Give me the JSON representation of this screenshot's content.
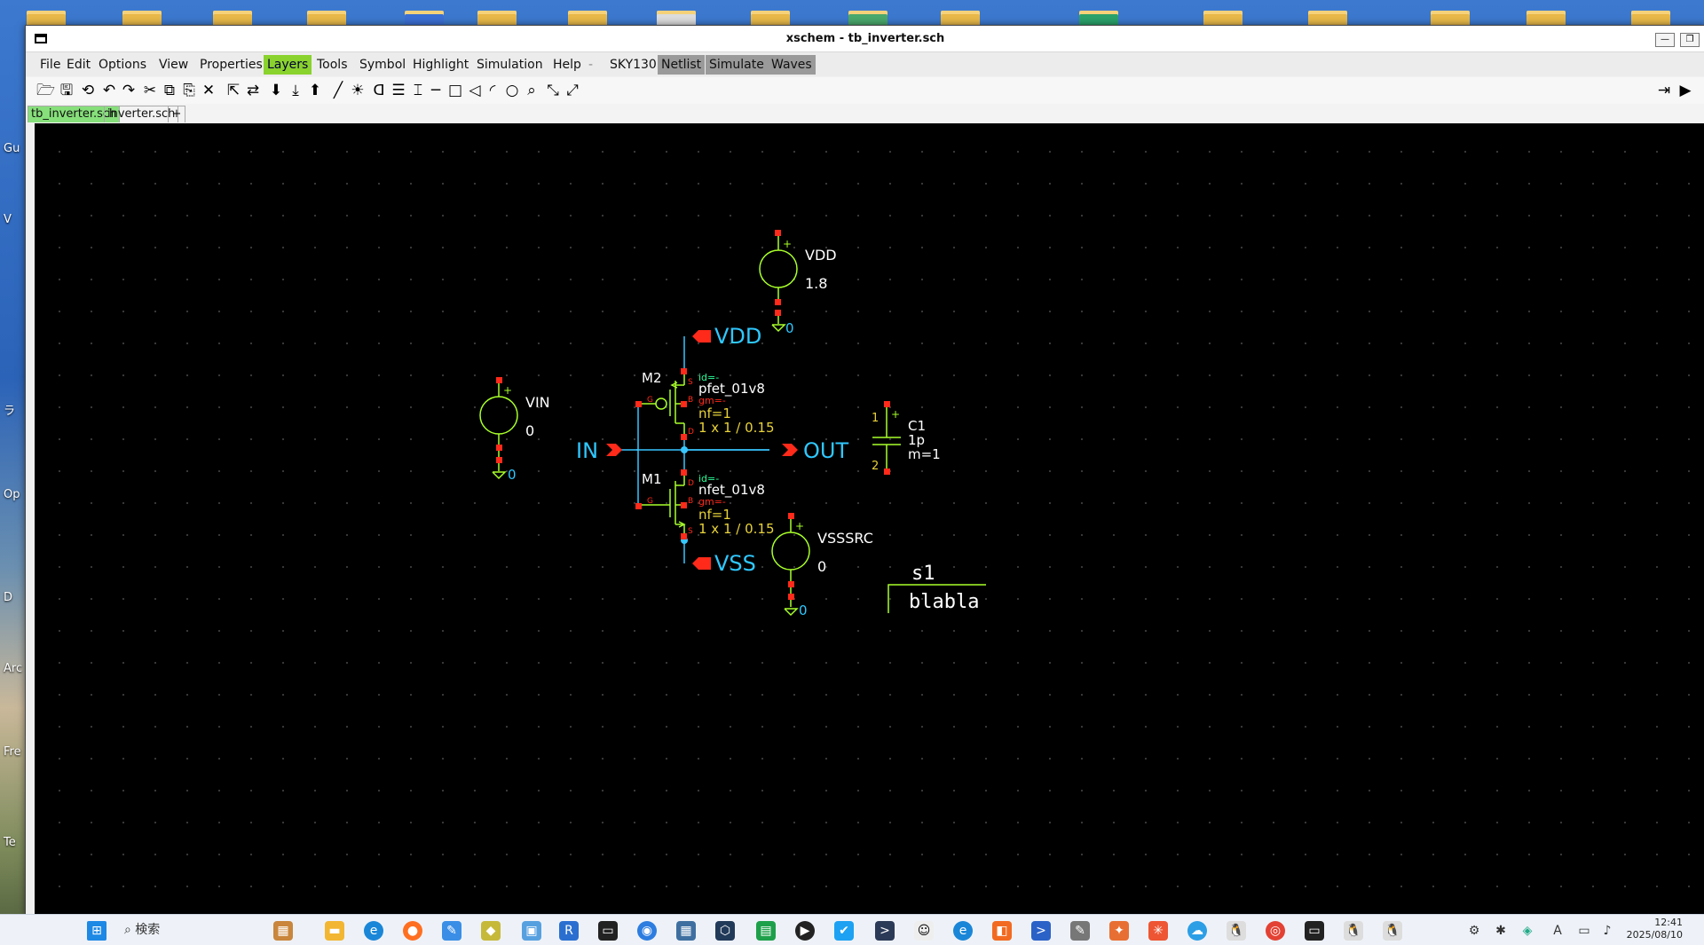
{
  "window": {
    "title": "xschem - tb_inverter.sch",
    "min_label": "—",
    "max_label": "❐"
  },
  "menus": [
    "File",
    "Edit",
    "Options",
    "View",
    "Properties",
    "Layers",
    "Tools",
    "Symbol",
    "Highlight",
    "Simulation",
    "Help",
    "-",
    "SKY130",
    "Netlist",
    "Simulate",
    "Waves"
  ],
  "tabs": [
    "tb_inverter.sch",
    "inverter.sch",
    "+"
  ],
  "schematic": {
    "vdd_src": {
      "name": "VDD",
      "value": "1.8",
      "plus": "+",
      "gnd": "0"
    },
    "vin_src": {
      "name": "VIN",
      "value": "0",
      "plus": "+",
      "gnd": "0"
    },
    "vss_src": {
      "name": "VSSSRC",
      "value": "0",
      "plus": "+",
      "gnd": "0"
    },
    "pins": {
      "vdd": "VDD",
      "vss": "VSS",
      "in": "IN",
      "out": "OUT"
    },
    "m2": {
      "name": "M2",
      "model": "pfet_01v8",
      "id": "id=-",
      "gm": "gm=-",
      "nf": "nf=1",
      "size": "1 x 1 / 0.15",
      "s": "S",
      "g": "G",
      "b": "B",
      "d": "D"
    },
    "m1": {
      "name": "M1",
      "model": "nfet_01v8",
      "id": "id=-",
      "gm": "gm=-",
      "nf": "nf=1",
      "size": "1 x 1 / 0.15",
      "d": "D",
      "g": "G",
      "b": "B",
      "s": "S"
    },
    "c1": {
      "name": "C1",
      "value": "1p",
      "mult": "m=1",
      "pin1": "1",
      "pin2": "2",
      "plus": "+"
    },
    "label": {
      "title": "s1",
      "text": "blabla"
    }
  },
  "side_labels": [
    "Gu",
    "V",
    "ラ",
    "Op",
    "D",
    "Arc",
    "Fre",
    "Te"
  ],
  "taskbar": {
    "search_placeholder": "検索",
    "time": "12:41",
    "date": "2025/08/10"
  },
  "colors": {
    "menu_highlight": "#8ad22d",
    "wire": "#38c6ff",
    "pin": "#ff2a1a",
    "source": "#a8ff2a",
    "text_cyan": "#2fc8ff",
    "text_white": "#ffffff",
    "attr_yellow": "#e8d23a"
  }
}
